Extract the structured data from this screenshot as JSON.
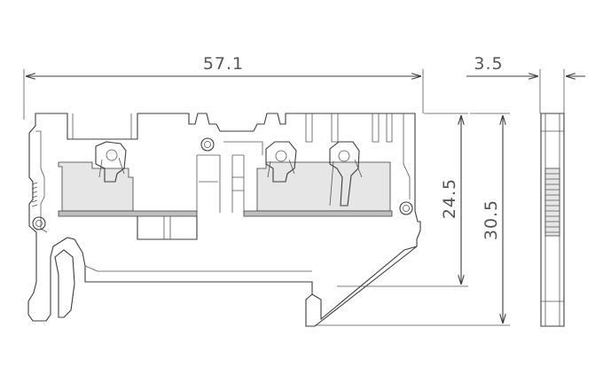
{
  "drawing": {
    "dimensions": {
      "width_top": "57.1",
      "thickness": "3.5",
      "height_inner": "24.5",
      "height_total": "30.5"
    },
    "colors": {
      "outline": "#3d3d3d",
      "dimension_text": "#555555",
      "background": "#ffffff"
    }
  }
}
